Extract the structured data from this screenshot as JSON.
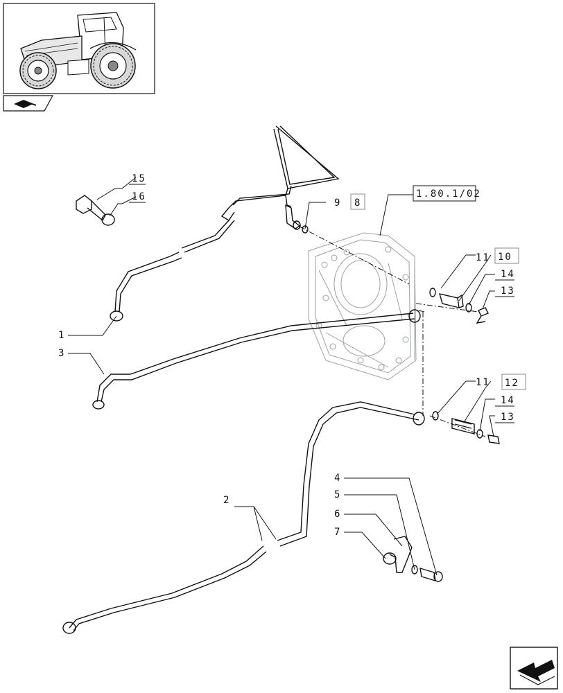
{
  "reference_box": "1.80.1/02",
  "callouts": {
    "c1": "1",
    "c2": "2",
    "c3": "3",
    "c4": "4",
    "c5": "5",
    "c6": "6",
    "c7": "7",
    "c8": "8",
    "c9": "9",
    "c10": "10",
    "c11a": "11",
    "c11b": "11",
    "c12": "12",
    "c13a": "13",
    "c13b": "13",
    "c14a": "14",
    "c14b": "14",
    "c15": "15",
    "c16": "16"
  }
}
